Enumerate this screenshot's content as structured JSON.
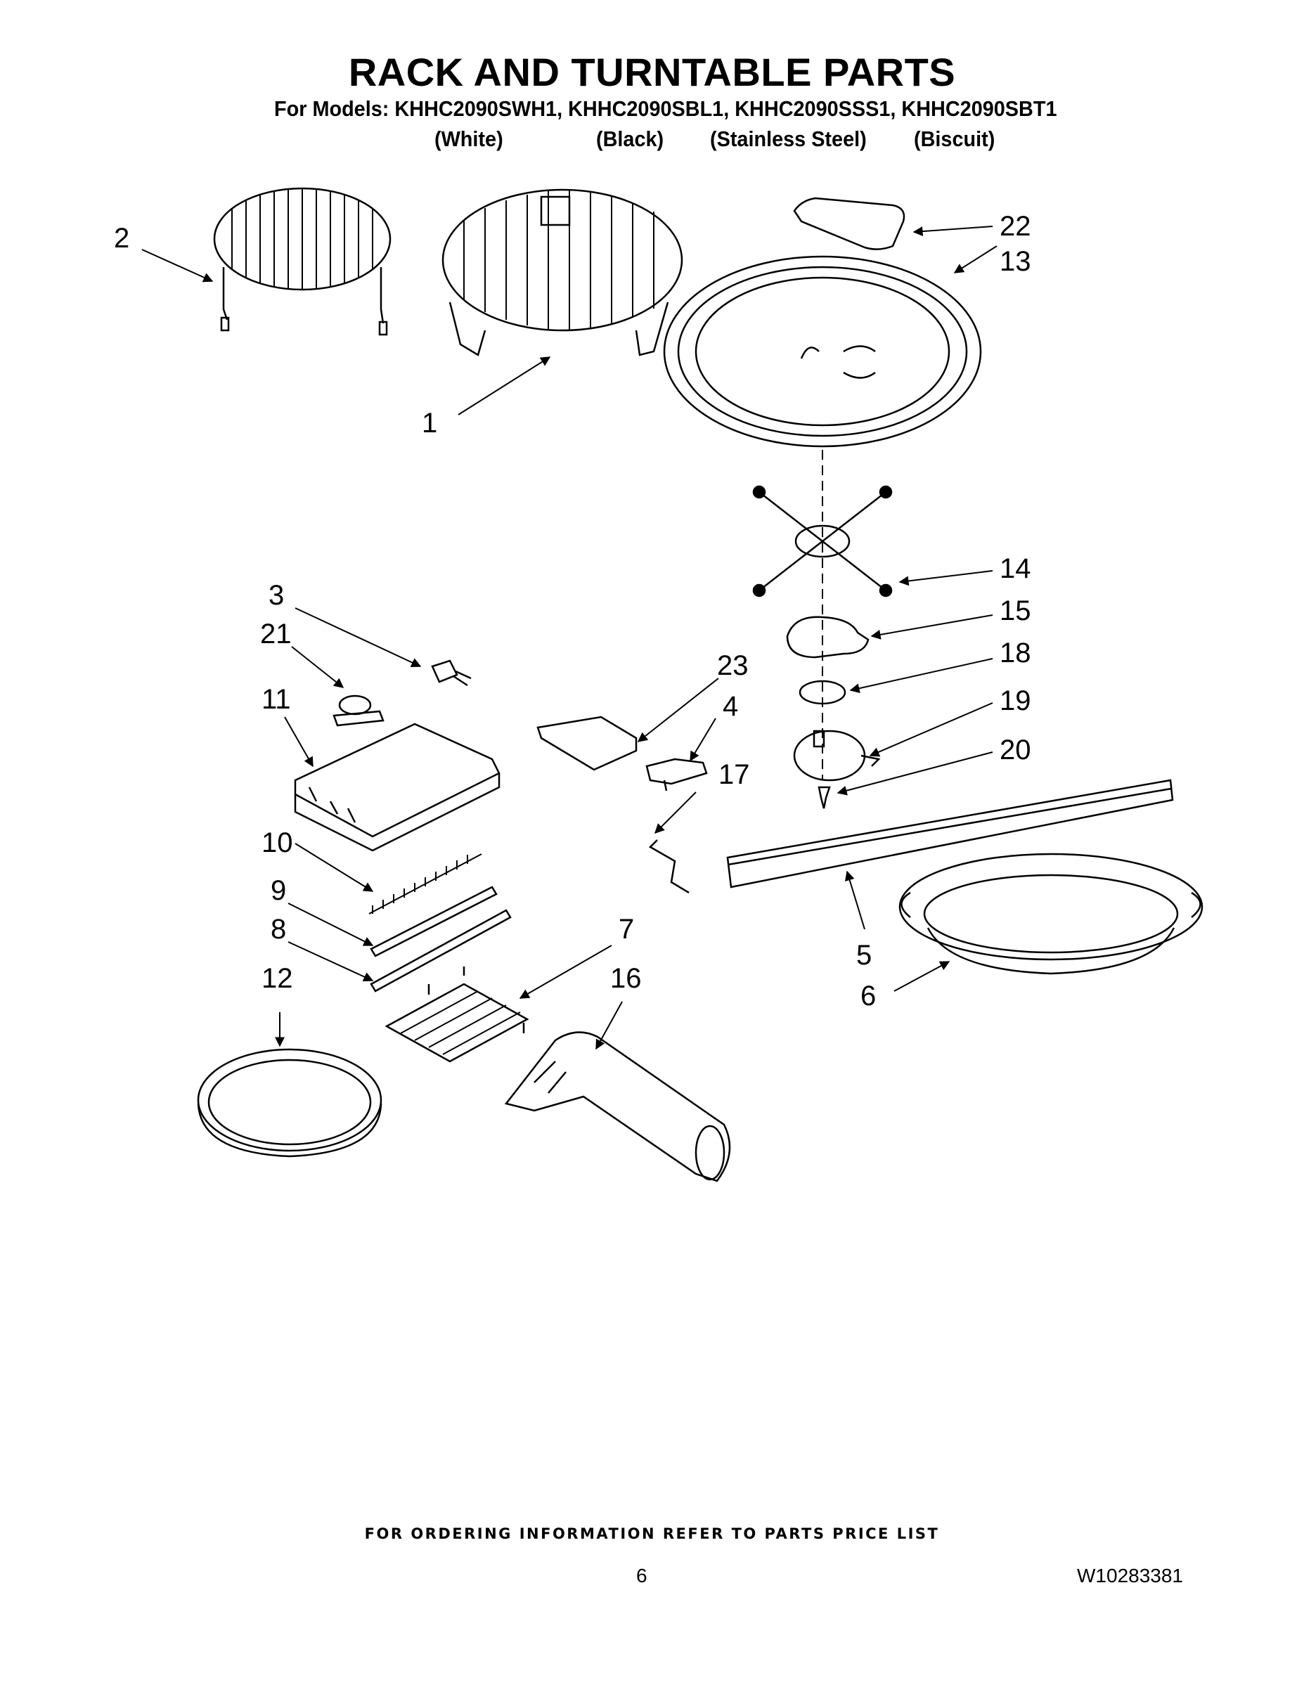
{
  "header": {
    "title": "RACK AND TURNTABLE PARTS",
    "models_line": "For Models: KHHC2090SWH1, KHHC2090SBL1, KHHC2090SSS1, KHHC2090SBT1",
    "colors": [
      "(White)",
      "(Black)",
      "(Stainless Steel)",
      "(Biscuit)"
    ]
  },
  "callouts": [
    "1",
    "2",
    "3",
    "4",
    "5",
    "6",
    "7",
    "8",
    "9",
    "10",
    "11",
    "12",
    "13",
    "14",
    "15",
    "16",
    "17",
    "18",
    "19",
    "20",
    "21",
    "22",
    "23"
  ],
  "footer": {
    "ordering_note": "FOR ORDERING INFORMATION REFER TO PARTS PRICE LIST",
    "page_number": "6",
    "document_number": "W10283381"
  }
}
